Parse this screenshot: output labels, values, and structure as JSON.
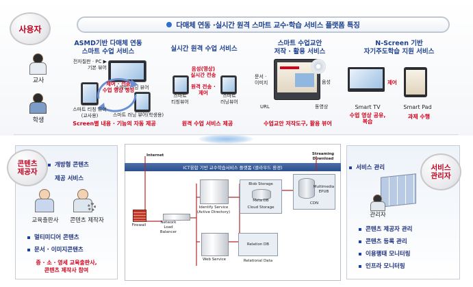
{
  "header": {
    "title": "다매체 연동 ·실시간 원격 스마트 교수·학습 서비스 플랫폼 특징"
  },
  "roles": {
    "user": "사용자",
    "provider": "콘텐츠\n제공자",
    "admin": "서비스\n관리자"
  },
  "user_people": {
    "teacher": "교사",
    "student": "학생"
  },
  "features": [
    {
      "title": "ASMD기반 다매체 연동\n스마트 수업 서비스",
      "labels": {
        "board": "전자칠판 · PC ▶\n기본 뷰어",
        "viewer_right": "스마트 러닝 뷰어",
        "teach_viewer": "스마트 티칭 뷰어\n(교사용)",
        "learn_viewer": "스마트 러닝 뷰어(학생용)",
        "red_center": "제어 · 전송\n수업 영상 생성"
      },
      "caption": "Screen별 내용 · 기능의 자동 제공"
    },
    {
      "title": "실시간 원격 수업 서비스",
      "labels": {
        "red_top": "음성(영상)\n실시간 전송",
        "red_mid": "원격 전송 ·\n제어",
        "left": "스마트\n티칭뷰어",
        "right": "스마트\n러닝뷰어"
      },
      "caption": "원격 수업 서비스 제공"
    },
    {
      "title": "스마트 수업교안\n저작 · 활용 서비스",
      "labels": {
        "doc": "문서 ·\n이미지",
        "audio": "음성",
        "url": "URL",
        "video": "동영상"
      },
      "caption": "수업교안 저작도구, 활용 뷰어"
    },
    {
      "title": "N-Screen 기반\n자기주도학습 지원 서비스",
      "labels": {
        "control": "제어",
        "tv": "Smart TV",
        "pad": "Smart Pad"
      },
      "caption_left": "수업 영상 공유,\n복습",
      "caption_right": "과제 수행"
    }
  ],
  "provider": {
    "services": [
      "개방형 콘텐츠",
      "제공 서비스"
    ],
    "people": [
      "교육출판사",
      "콘텐츠 제작자"
    ],
    "bullets": [
      "멀티미디어 콘텐츠",
      "문서 · 이미지콘텐츠"
    ],
    "footer": "중 · 소 · 영세 교육출판사,\n콘텐츠 제작사 참여"
  },
  "admin": {
    "service": "서비스 관리",
    "person": "관리자",
    "bullets": [
      "콘텐츠 제공자 관리",
      "콘텐츠 등록 관리",
      "이용행태 모니터링",
      "인프라 모니터링"
    ]
  },
  "architecture": {
    "internet": "Internet",
    "streaming": "Streaming\nDownload",
    "banner": "ICT융합 기반 교수학습서비스 플랫폼 (클라우드 환경)",
    "firewall": "Firewall",
    "load_balancer": "Network\nLoad\nBalancer",
    "identity": "Identify Service\n(Active Directory)",
    "blob": "Blob Storage",
    "meta": "Meta DB",
    "cloud": "Cloud Storage",
    "multimedia": "Multimedia\nEPUB",
    "cdn": "CDN",
    "relation_db": "Relation DB",
    "relational_data": "Relational Data",
    "web_service": "Web Service"
  },
  "colors": {
    "title_blue": "#1d3f8f",
    "accent_red": "#d4001a",
    "banner_blue": "#2a4f8e"
  }
}
